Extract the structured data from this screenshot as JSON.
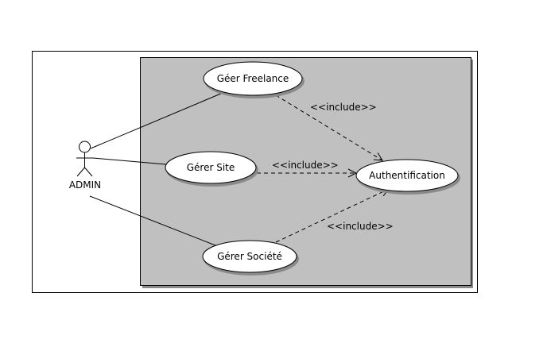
{
  "diagram": {
    "actor": {
      "name": "ADMIN"
    },
    "use_cases": {
      "freelance": "Géer Freelance",
      "site": "Gérer Site",
      "societe": "Gérer Société",
      "auth": "Authentification"
    },
    "relations": {
      "freelance_auth": "<<include>>",
      "site_auth": "<<include>>",
      "societe_auth": "<<include>>"
    },
    "colors": {
      "system_fill": "#c0c0c0",
      "use_case_fill": "#ffffff",
      "stroke": "#000000",
      "shadow": "#8a8a8a"
    }
  }
}
